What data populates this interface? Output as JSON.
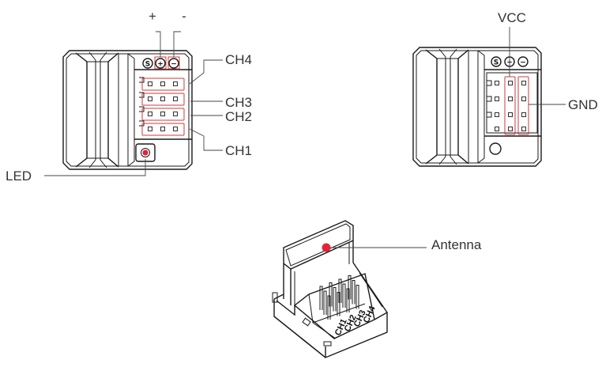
{
  "labels": {
    "plus": "+",
    "minus": "-",
    "ch4": "CH4",
    "ch3": "CH3",
    "ch2": "CH2",
    "ch1": "CH1",
    "led": "LED",
    "vcc": "VCC",
    "gnd": "GND",
    "antenna": "Antenna"
  },
  "pcb_marks": {
    "s": "S",
    "plus": "+",
    "minus": "−",
    "ch4": "CH4",
    "ch3": "CH3",
    "ch2": "CH2",
    "ch1": "CH1"
  },
  "colors": {
    "outline": "#1a1a1a",
    "highlight": "#d23a3a",
    "led_dot": "#e0253a",
    "text": "#333333"
  }
}
